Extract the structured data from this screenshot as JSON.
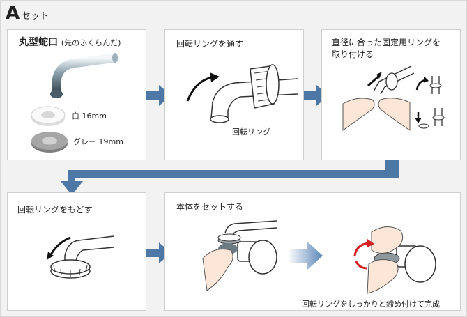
{
  "header": {
    "letter": "A",
    "suffix": "セット"
  },
  "step1": {
    "title": "丸型蛇口",
    "title_note": "(先のふくらんだ)",
    "ring_white_label": "白 16mm",
    "ring_gray_label": "グレー 19mm"
  },
  "step2": {
    "title": "回転リングを通す",
    "ring_label": "回転リング"
  },
  "step3": {
    "title_line1": "直径に合った固定用リングを",
    "title_line2": "取り付ける"
  },
  "step4": {
    "title": "回転リングをもどす"
  },
  "step5": {
    "title": "本体をセットする",
    "caption": "回転リングをしっかりと締め付けて完成"
  },
  "colors": {
    "arrow_blue": "#4d78a6",
    "frame_bg": "#f2f2f2",
    "panel_border": "#cfcfcf",
    "rotate_red": "#d42020"
  }
}
